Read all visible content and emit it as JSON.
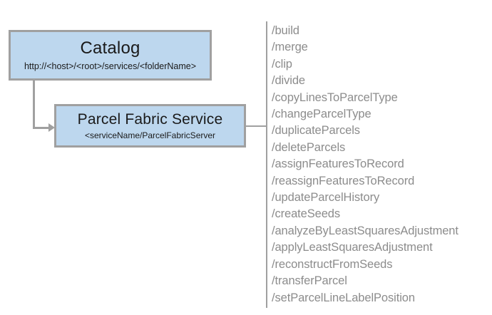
{
  "diagram": {
    "nodes": [
      {
        "id": "catalog",
        "title": "Catalog",
        "subtitle": "http://<host>/<root>/services/<folderName>"
      },
      {
        "id": "parcel-fabric-service",
        "title": "Parcel Fabric Service",
        "subtitle": "<serviceName/ParcelFabricServer"
      }
    ],
    "operations": [
      "/build",
      "/merge",
      "/clip",
      "/divide",
      "/copyLinesToParcelType",
      "/changeParcelType",
      "/duplicateParcels",
      "/deleteParcels",
      "/assignFeaturesToRecord",
      "/reassignFeaturesToRecord",
      "/updateParcelHistory",
      "/createSeeds",
      "/analyzeByLeastSquaresAdjustment",
      "/applyLeastSquaresAdjustment",
      "/reconstructFromSeeds",
      "/transferParcel",
      "/setParcelLineLabelPosition"
    ],
    "colors": {
      "node_fill": "#bdd7ee",
      "node_border": "#a0a0a0",
      "connector": "#a0a0a0",
      "operation_text": "#8c8c8c",
      "node_text": "#1a1a1a",
      "background": "#ffffff"
    }
  }
}
